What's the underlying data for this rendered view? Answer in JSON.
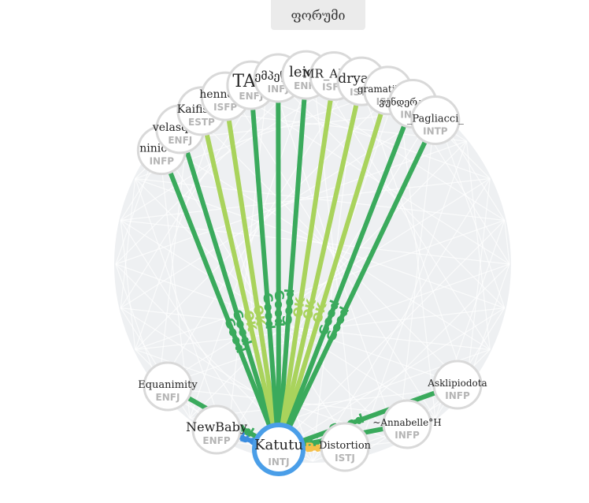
{
  "header": {
    "forum_label": "ფორუმი"
  },
  "center": {
    "name": "Katutu",
    "type": "INTJ"
  },
  "colors": {
    "good": "#3aaa5c",
    "ok": "#a9d35c",
    "not_bad": "#f5c04a",
    "best": "#3b8de0",
    "center_ring": "#4a9ee8",
    "node_border": "#d9d9d9",
    "background_disc": "#eef0f2"
  },
  "nodes": [
    {
      "name": "NewBaby",
      "type": "ENFP",
      "relation": "Best",
      "rel_key": "best",
      "name_size": 16
    },
    {
      "name": "Equanimity",
      "type": "ENFJ",
      "relation": "Good",
      "rel_key": "good",
      "name_size": 13
    },
    {
      "name": "ninicool",
      "type": "INFP",
      "relation": "Good",
      "rel_key": "good",
      "name_size": 14
    },
    {
      "name": "velasquez",
      "type": "ENFJ",
      "relation": "Good",
      "rel_key": "good",
      "name_size": 14
    },
    {
      "name": "Kaifistka",
      "type": "ESTP",
      "relation": "OK",
      "rel_key": "ok",
      "name_size": 14
    },
    {
      "name": "hennessy",
      "type": "ISFP",
      "relation": "OK",
      "rel_key": "ok",
      "name_size": 14
    },
    {
      "name": "TAG",
      "type": "ENFJ",
      "relation": "Good",
      "rel_key": "good",
      "name_size": 22
    },
    {
      "name": "ემპეწრი",
      "type": "INFJ",
      "relation": "Good",
      "rel_key": "good",
      "name_size": 14
    },
    {
      "name": "leica",
      "type": "ENFJ",
      "relation": "Good",
      "rel_key": "good",
      "name_size": 18
    },
    {
      "name": "MR_ABCD",
      "type": "ISFP",
      "relation": "OK",
      "rel_key": "ok",
      "name_size": 15
    },
    {
      "name": "dryade",
      "type": "ISTP",
      "relation": "OK",
      "rel_key": "ok",
      "name_size": 17
    },
    {
      "name": "gramatikikin",
      "type": "ISFP",
      "relation": "OK",
      "rel_key": "ok",
      "name_size": 12
    },
    {
      "name": "ვუნდერკინდი",
      "type": "INFP",
      "relation": "Good",
      "rel_key": "good",
      "name_size": 12
    },
    {
      "name": "_Pagliacci_",
      "type": "INTP",
      "relation": "Good",
      "rel_key": "good",
      "name_size": 13
    },
    {
      "name": "Asklipiodota",
      "type": "INFP",
      "relation": "Good",
      "rel_key": "good",
      "name_size": 12
    },
    {
      "name": "~Annabelle°H",
      "type": "INFP",
      "relation": "Good",
      "rel_key": "good",
      "name_size": 12
    },
    {
      "name": "Distortion",
      "type": "ISTJ",
      "relation": "Not Bad",
      "rel_key": "not_bad",
      "name_size": 13
    }
  ]
}
